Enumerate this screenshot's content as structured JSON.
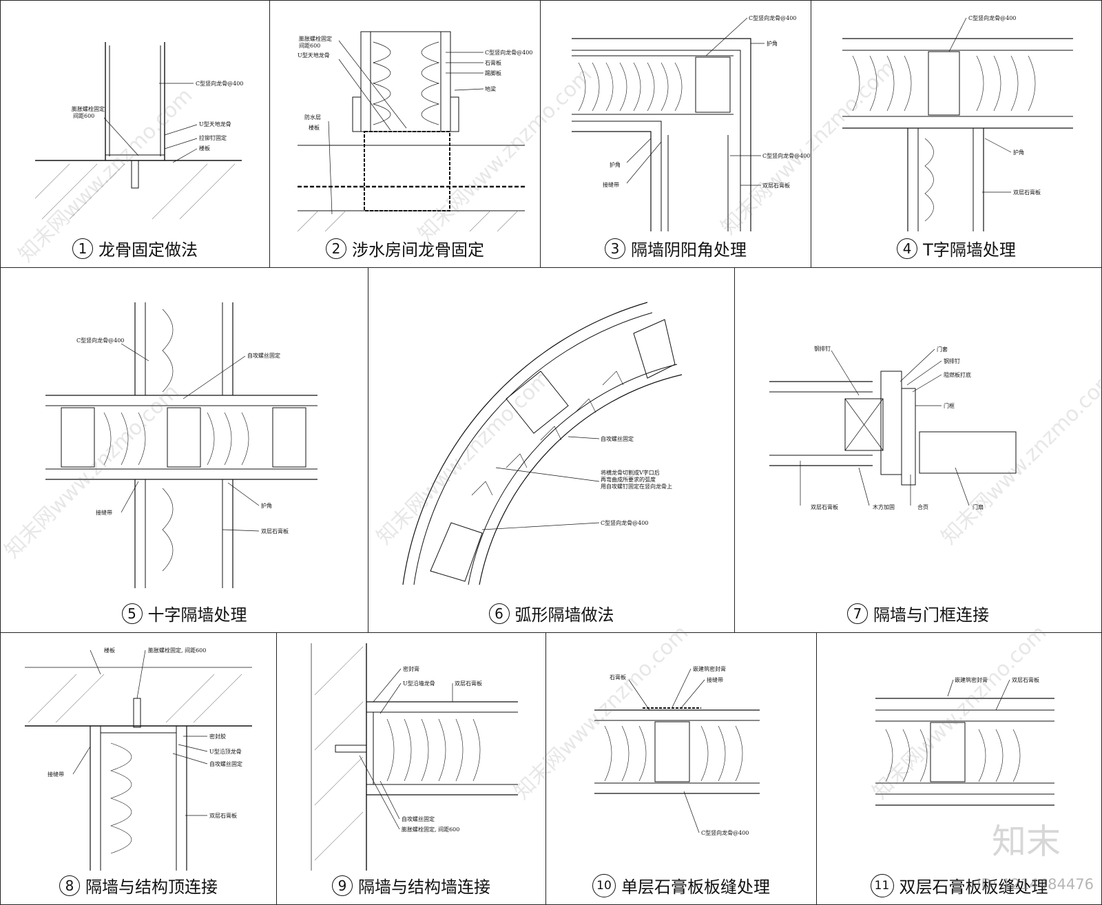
{
  "panels": [
    {
      "num": "1",
      "title": "龙骨固定做法",
      "labels": [
        "C型竖向龙骨@400",
        "膨胀螺栓固定",
        "间距600",
        "U型天地龙骨",
        "拉铆钉固定",
        "楼板"
      ]
    },
    {
      "num": "2",
      "title": "涉水房间龙骨固定",
      "labels": [
        "C型竖向龙骨@400",
        "膨胀螺栓固定",
        "间距600",
        "U型天地龙骨",
        "石膏板",
        "踢脚板",
        "地梁",
        "防水层",
        "楼板"
      ]
    },
    {
      "num": "3",
      "title": "隔墙阴阳角处理",
      "labels": [
        "C型竖向龙骨@400",
        "护角",
        "C型竖向龙骨@400",
        "护角",
        "接缝带",
        "双层石膏板"
      ]
    },
    {
      "num": "4",
      "title": "T字隔墙处理",
      "labels": [
        "C型竖向龙骨@400",
        "护角",
        "双层石膏板"
      ]
    },
    {
      "num": "5",
      "title": "十字隔墙处理",
      "labels": [
        "C型竖向龙骨@400",
        "自攻螺丝固定",
        "护角",
        "接缝带",
        "双层石膏板"
      ]
    },
    {
      "num": "6",
      "title": "弧形隔墙做法",
      "labels": [
        "自攻螺丝固定",
        "将横龙骨切割成V字口后",
        "再弯曲成所要求的弧度",
        "用自攻螺钉固定在竖向龙骨上",
        "C型竖向龙骨@400"
      ]
    },
    {
      "num": "7",
      "title": "隔墙与门框连接",
      "labels": [
        "门套",
        "钢排钉",
        "钢排钉",
        "阻燃板打底",
        "门框",
        "双层石膏板",
        "木方加固",
        "合页",
        "门扇"
      ]
    },
    {
      "num": "8",
      "title": "隔墙与结构顶连接",
      "labels": [
        "楼板",
        "膨胀螺栓固定, 间距600",
        "密封胶",
        "U型沿顶龙骨",
        "接缝带",
        "自攻螺丝固定",
        "双层石膏板"
      ]
    },
    {
      "num": "9",
      "title": "隔墙与结构墙连接",
      "labels": [
        "密封膏",
        "U型沿墙龙骨",
        "双层石膏板",
        "自攻螺丝固定",
        "膨胀螺栓固定, 间距600"
      ]
    },
    {
      "num": "10",
      "title": "单层石膏板板缝处理",
      "labels": [
        "石膏板",
        "嵌建筑密封膏",
        "接缝带",
        "C型竖向龙骨@400"
      ]
    },
    {
      "num": "11",
      "title": "双层石膏板板缝处理",
      "labels": [
        "嵌建筑密封膏",
        "双层石膏板"
      ]
    }
  ],
  "watermark": "知末网www.znzmo.com",
  "brand": "知末",
  "id_text": "ID: 1214484476",
  "colors": {
    "line": "#111111",
    "panel_border": "#222222",
    "watermark": "#bbbbbb"
  }
}
